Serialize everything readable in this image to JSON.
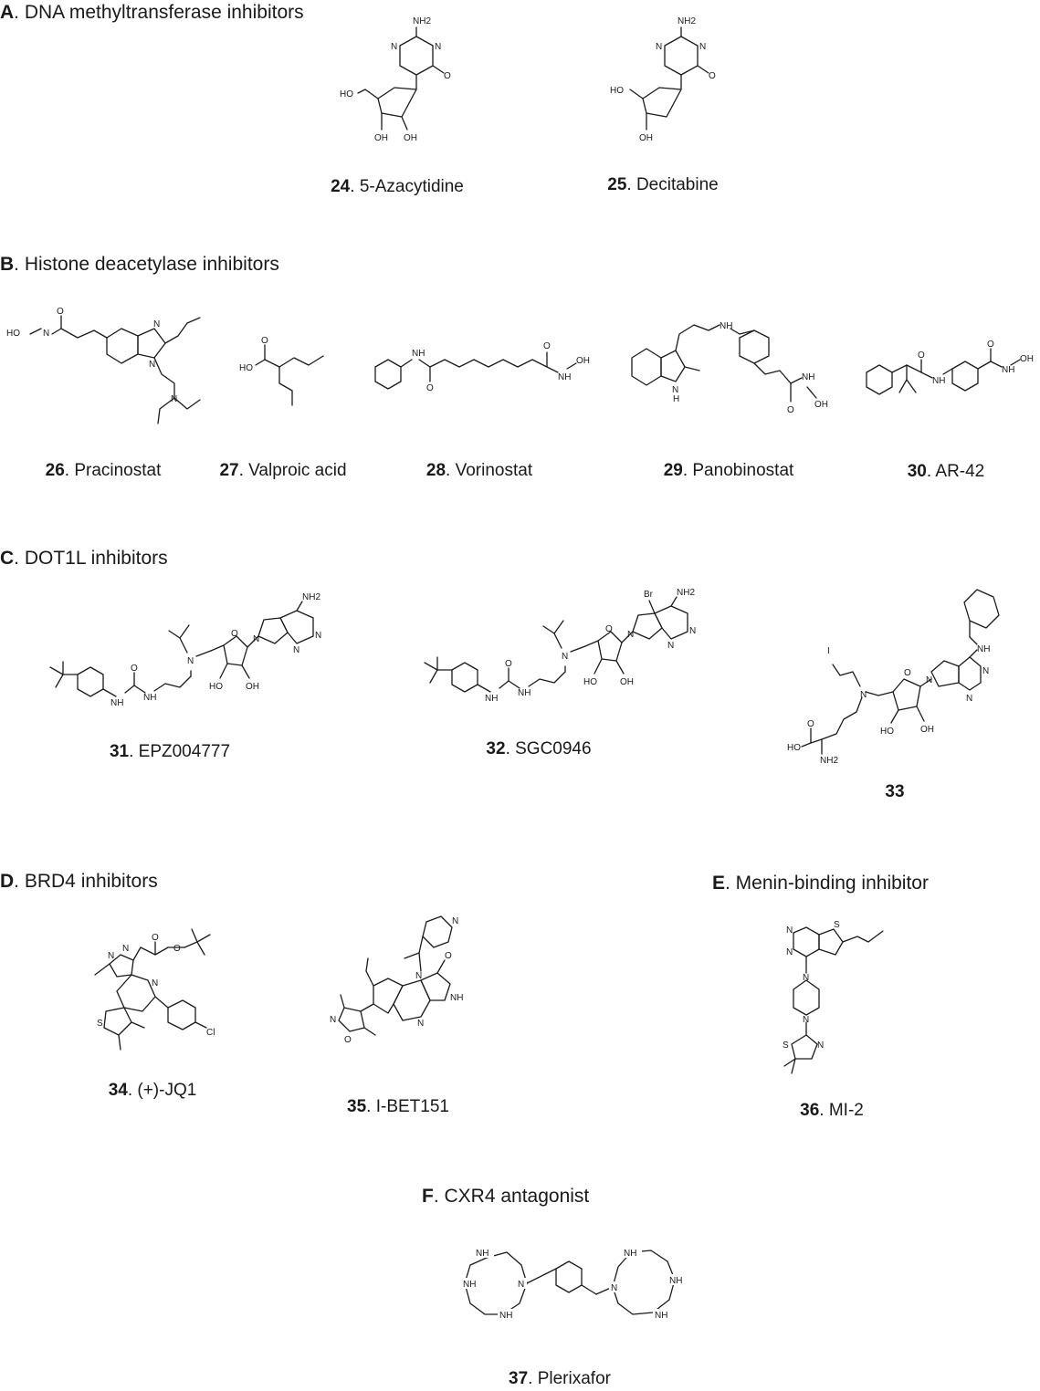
{
  "sections": [
    {
      "letter": "A",
      "title": ". DNA methyltransferase inhibitors"
    },
    {
      "letter": "B",
      "title": ". Histone deacetylase inhibitors"
    },
    {
      "letter": "C",
      "title": ". DOT1L inhibitors"
    },
    {
      "letter": "D",
      "title": ". BRD4 inhibitors"
    },
    {
      "letter": "E",
      "title": ". Menin-binding inhibitor"
    },
    {
      "letter": "F",
      "title": ". CXR4 antagonist"
    }
  ],
  "compounds": [
    {
      "num": "24",
      "name": ". 5-Azacytidine"
    },
    {
      "num": "25",
      "name": ". Decitabine"
    },
    {
      "num": "26",
      "name": ". Pracinostat"
    },
    {
      "num": "27",
      "name": ". Valproic acid"
    },
    {
      "num": "28",
      "name": ". Vorinostat"
    },
    {
      "num": "29",
      "name": ". Panobinostat"
    },
    {
      "num": "30",
      "name": ". AR-42"
    },
    {
      "num": "31",
      "name": ". EPZ004777"
    },
    {
      "num": "32",
      "name": ". SGC0946"
    },
    {
      "num": "33",
      "name": ""
    },
    {
      "num": "34",
      "name": ". (+)-JQ1"
    },
    {
      "num": "35",
      "name": ". I-BET151"
    },
    {
      "num": "36",
      "name": ". MI-2"
    },
    {
      "num": "37",
      "name": ". Plerixafor"
    }
  ],
  "atoms": {
    "nh2": "NH2",
    "n": "N",
    "o": "O",
    "ho": "HO",
    "oh": "OH",
    "nh": "NH",
    "h": "H",
    "br": "Br",
    "i": "I",
    "cl": "Cl",
    "s": "S"
  }
}
